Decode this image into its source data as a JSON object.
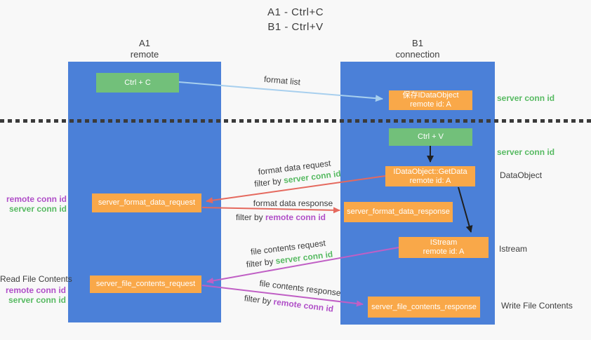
{
  "title": {
    "line1": "A1 - Ctrl+C",
    "line2": "B1 - Ctrl+V"
  },
  "columns": {
    "left": {
      "name": "A1",
      "role": "remote"
    },
    "right": {
      "name": "B1",
      "role": "connection"
    }
  },
  "nodes": {
    "ctrl_c": {
      "label": "Ctrl + C"
    },
    "ctrl_v": {
      "label": "Ctrl + V"
    },
    "save_idataobject": {
      "line1": "保存IDataObject",
      "line2": "remote id: A"
    },
    "idataobject_getdata": {
      "line1": "IDataObject::GetData",
      "line2": "remote id: A"
    },
    "istream": {
      "line1": "IStream",
      "line2": "remote id: A"
    },
    "server_format_data_request": {
      "label": "server_format_data_request"
    },
    "server_format_data_response": {
      "label": "server_format_data_response"
    },
    "server_file_contents_request": {
      "label": "server_file_contents_request"
    },
    "server_file_contents_response": {
      "label": "server_file_contents_response"
    }
  },
  "flow_labels": {
    "format_list": "format list",
    "format_data_request": "format data request",
    "format_data_response": "format data response",
    "file_contents_request": "file contents request",
    "file_contents_response": "file contents response",
    "filter_by": "filter by",
    "server_conn_id": "server conn id",
    "remote_conn_id": "remote conn id"
  },
  "side_labels": {
    "right_top_server_conn_id": "server conn id",
    "right_mid_server_conn_id": "server conn id",
    "dataobject": "DataObject",
    "istream": "Istream",
    "write_file_contents": "Write File Contents",
    "read_file_contents": "Read File Contents",
    "left_format_remote_conn_id": "remote conn id",
    "left_format_server_conn_id": "server conn id",
    "left_file_remote_conn_id": "remote conn id",
    "left_file_server_conn_id": "server conn id"
  },
  "colors": {
    "background": "#f8f8f8",
    "column_blue": "#4b80d8",
    "box_green": "#72c07a",
    "box_orange": "#f9a849",
    "text_dark": "#3c3c3c",
    "text_green": "#57ba62",
    "text_purple": "#b04fc8",
    "arrow_blue": "#a7cfee",
    "arrow_red": "#e5695e",
    "arrow_magenta": "#c05fc5",
    "arrow_black": "#1f1f1f",
    "divider_dark": "#3b3b3b"
  }
}
